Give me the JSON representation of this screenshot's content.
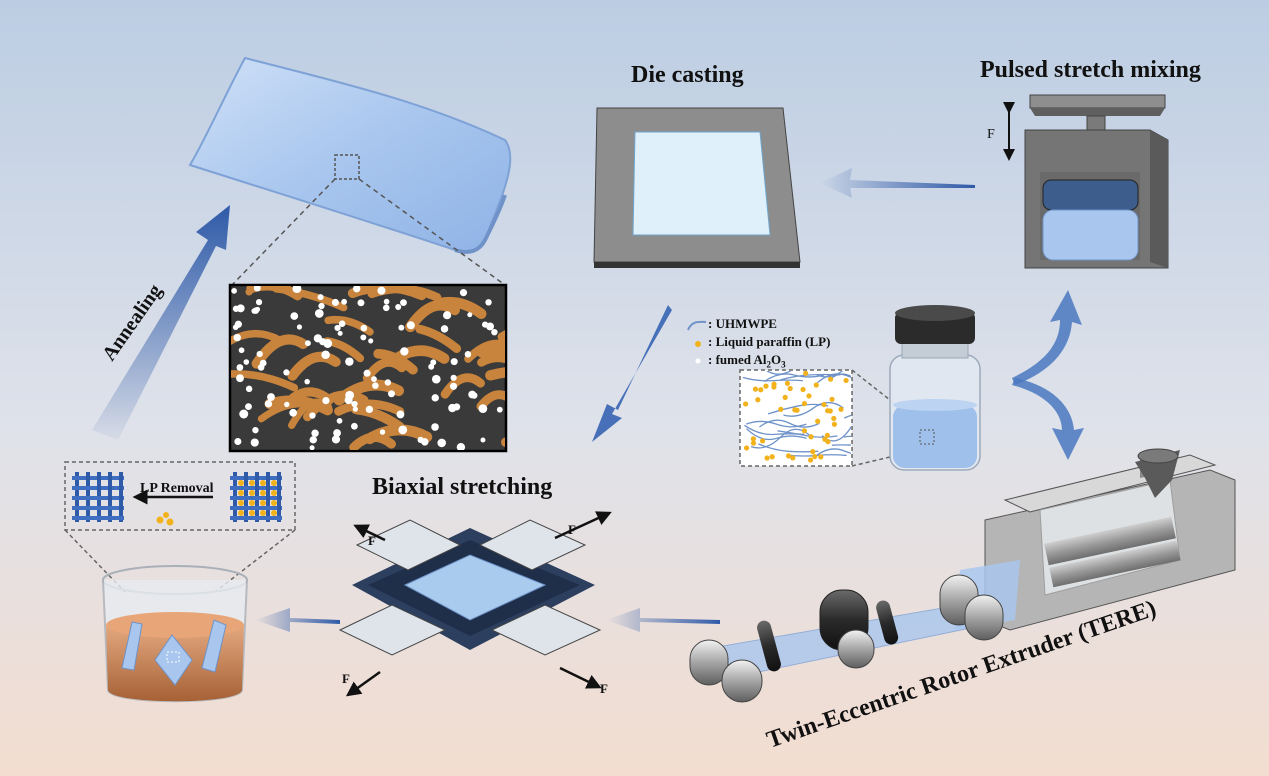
{
  "labels": {
    "die_casting": "Die casting",
    "pulsed_stretch_mixing": "Pulsed stretch mixing",
    "annealing": "Annealing",
    "biaxial_stretching": "Biaxial stretching",
    "tere": "Twin-Eccentric Rotor Extruder (TERE)",
    "lp_removal": "LP Removal",
    "force": "F"
  },
  "legend": {
    "uhmwpe": ": UHMWPE",
    "lp": ": Liquid paraffin (LP)",
    "al2o3_prefix": ": fumed Al",
    "al2o3_sub1": "2",
    "al2o3_mid": "O",
    "al2o3_sub2": "3"
  },
  "colors": {
    "arrow_blue": "#2f5aa8",
    "film_blue": "#a9c7ee",
    "fiber_orange": "#c8843c",
    "lp_yellow": "#f2b21b",
    "frame_gray": "#8a8a8a"
  }
}
